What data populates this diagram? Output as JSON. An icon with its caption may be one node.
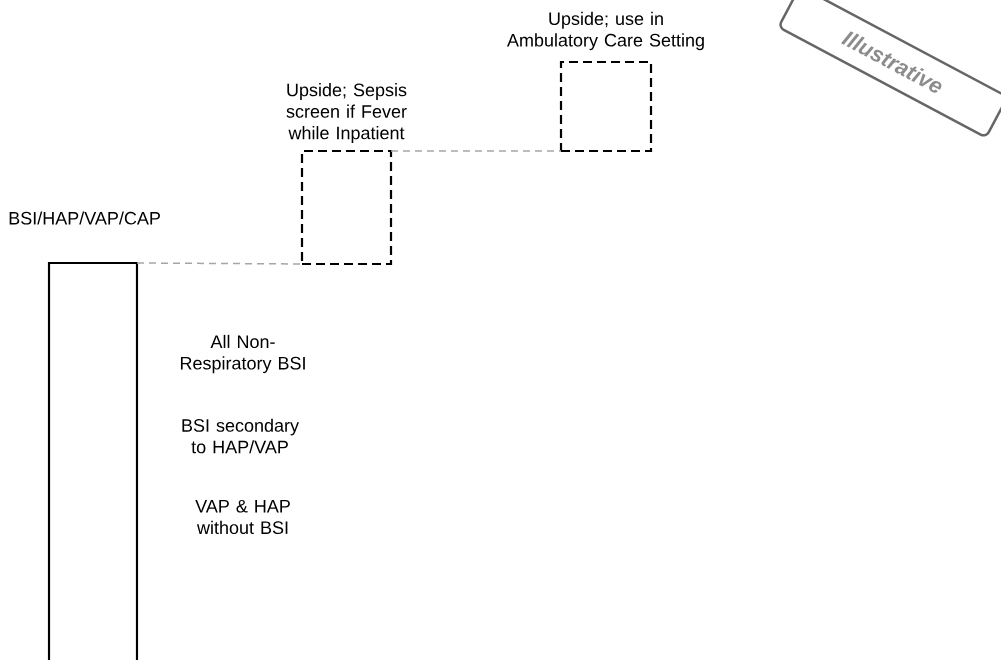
{
  "diagram": {
    "nodes": [
      {
        "text": [
          "BSI/HAP/VAP/CAP"
        ],
        "beside": [
          "All Non-Respiratory BSI",
          "BSI secondary to HAP/VAP",
          "VAP & HAP without BSI"
        ]
      },
      {
        "text": [
          "Upside; Sepsis screen if Fever while Inpatient"
        ]
      },
      {
        "text": [
          "Upside; use in Ambulatory Care Setting"
        ]
      },
      {
        "text": [
          "Illustrative"
        ]
      }
    ],
    "edges": [
      {
        "from": 0,
        "to": 1,
        "arrow": "none",
        "style": "dashed",
        "color": "#a6a6a6"
      },
      {
        "from": 1,
        "to": 2,
        "arrow": "none",
        "style": "dashed",
        "color": "#a6a6a6"
      }
    ]
  }
}
